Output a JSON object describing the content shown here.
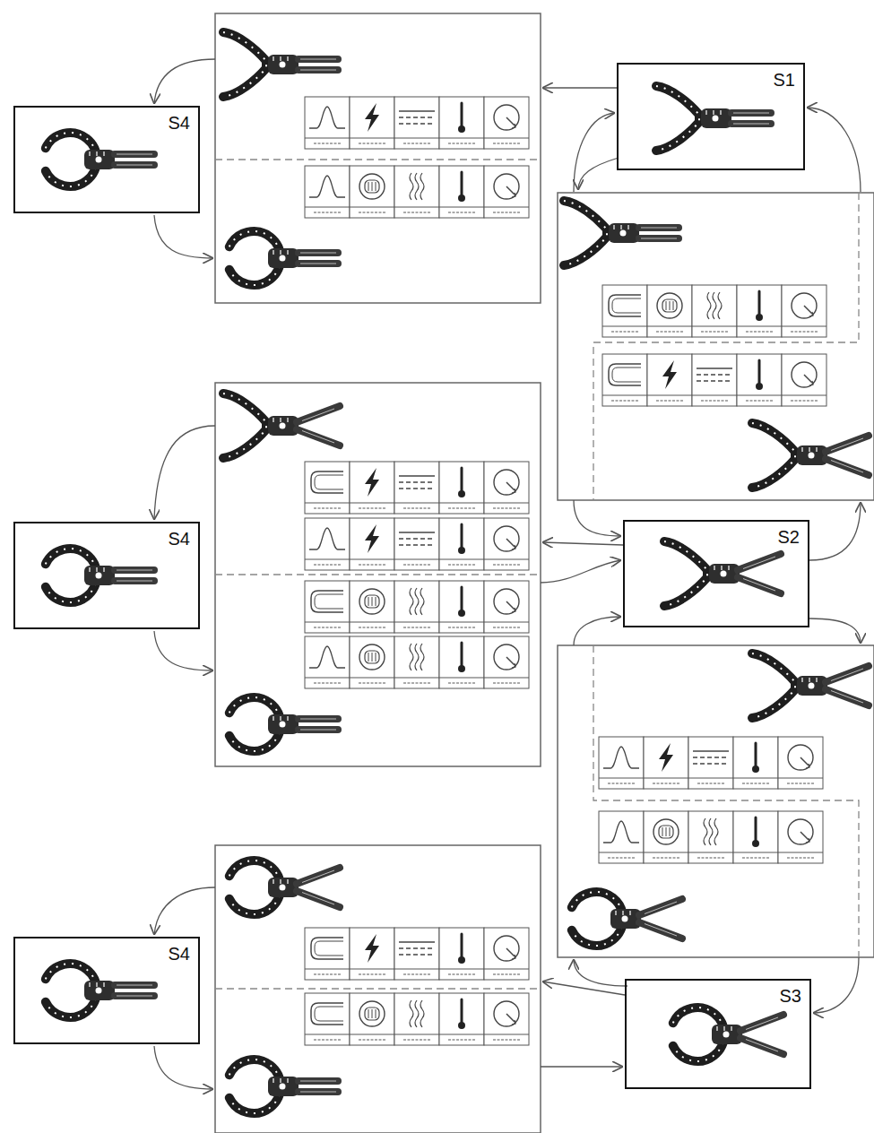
{
  "diagram": {
    "nodes": [
      {
        "text": [
          "S1"
        ]
      },
      {
        "text": [
          "S2"
        ]
      },
      {
        "text": [
          "S3"
        ]
      },
      {
        "text": [
          "S4"
        ]
      },
      {
        "text": [
          "S4"
        ]
      },
      {
        "text": [
          "S4"
        ]
      }
    ]
  }
}
